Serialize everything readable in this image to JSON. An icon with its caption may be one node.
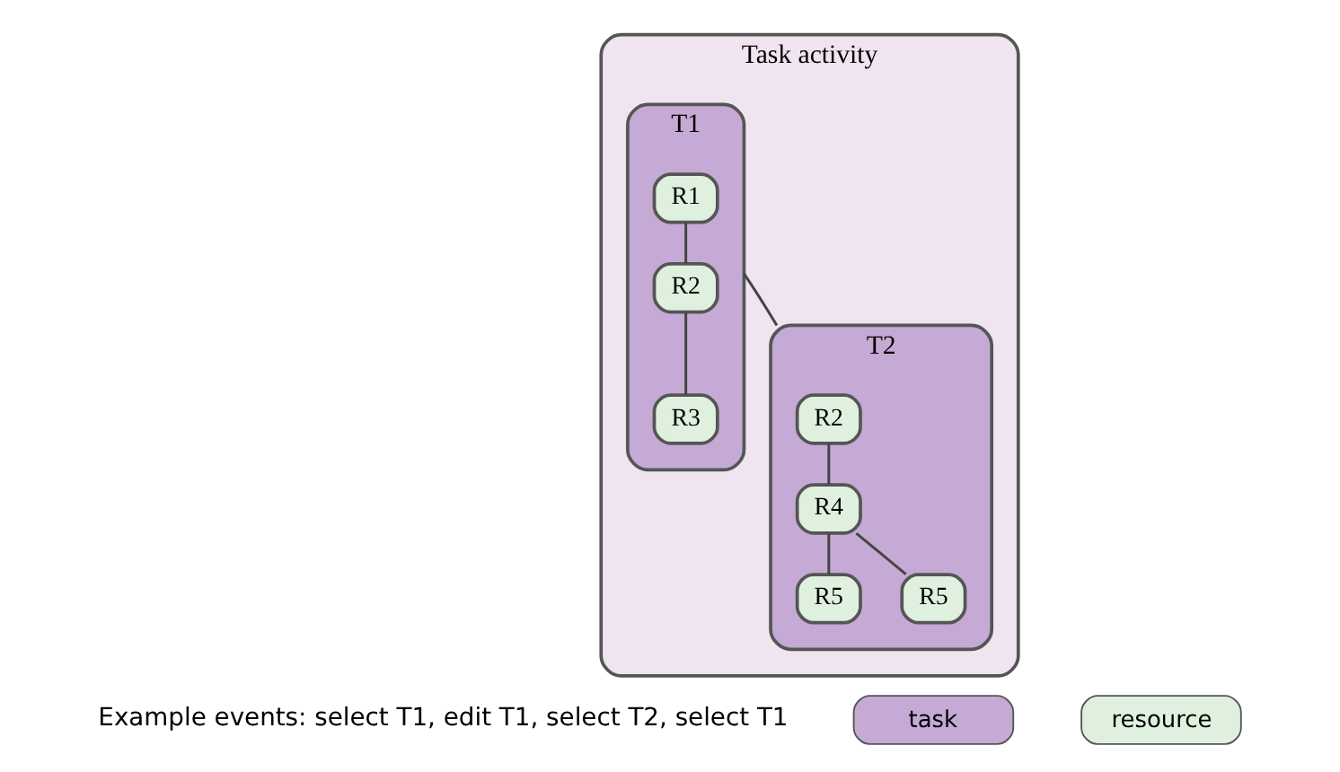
{
  "diagram": {
    "nodes": [
      {
        "text": [
          "Task activity"
        ]
      },
      {
        "text": [
          "T1"
        ],
        "in": 0
      },
      {
        "text": [
          "R1"
        ],
        "in": 1
      },
      {
        "text": [
          "R2"
        ],
        "in": 1
      },
      {
        "text": [
          "R3"
        ],
        "in": 1
      },
      {
        "text": [
          "T2"
        ],
        "in": 0
      },
      {
        "text": [
          "R2"
        ],
        "in": 5
      },
      {
        "text": [
          "R4"
        ],
        "in": 5
      },
      {
        "text": [
          "R5"
        ],
        "in": 5
      },
      {
        "text": [
          "R5"
        ],
        "in": 5
      }
    ],
    "edges": [
      {
        "from": 2,
        "to": 3,
        "arrow": "none"
      },
      {
        "from": 3,
        "to": 4,
        "arrow": "none"
      },
      {
        "from": 1,
        "to": 5,
        "arrow": "none"
      },
      {
        "from": 6,
        "to": 7,
        "arrow": "none"
      },
      {
        "from": 7,
        "to": 8,
        "arrow": "none"
      },
      {
        "from": 7,
        "to": 9,
        "arrow": "none"
      }
    ],
    "labels": [
      "Example events: select T1, edit T1, select T2, select T1"
    ],
    "legend": [
      {
        "text": "task",
        "color": "#c4aad4"
      },
      {
        "text": "resource",
        "color": "#dff0df"
      }
    ]
  }
}
